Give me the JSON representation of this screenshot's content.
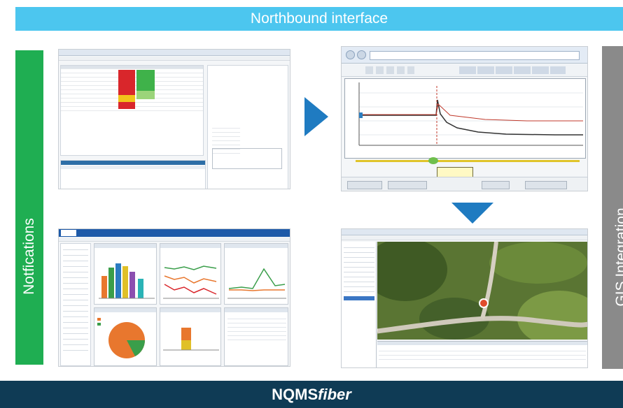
{
  "header": {
    "title": "Northbound interface"
  },
  "left_label": "Notfications",
  "right_label": "GIS Integration",
  "footer": {
    "brand_prefix": "NQMS",
    "brand_suffix": "fiber"
  },
  "colors": {
    "header_bar": "#4cc6ef",
    "notifications_bar": "#1fae52",
    "gis_bar": "#8a8a8a",
    "footer_bar": "#0f3b55",
    "arrow": "#1f7bc1"
  },
  "screenshots": [
    {
      "id": "notifications-window"
    },
    {
      "id": "otdr-trace-window"
    },
    {
      "id": "dashboard-window"
    },
    {
      "id": "gis-map-window"
    }
  ],
  "arrows": [
    "arrow-right-icon",
    "arrow-down-icon"
  ]
}
